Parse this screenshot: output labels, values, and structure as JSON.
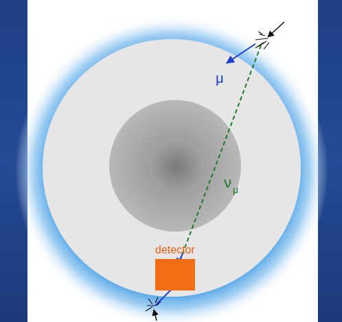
{
  "diagram": {
    "nodes": [
      {
        "text": [
          "detector"
        ]
      }
    ],
    "labels": [
      "μ",
      "ν",
      "μ"
    ]
  }
}
